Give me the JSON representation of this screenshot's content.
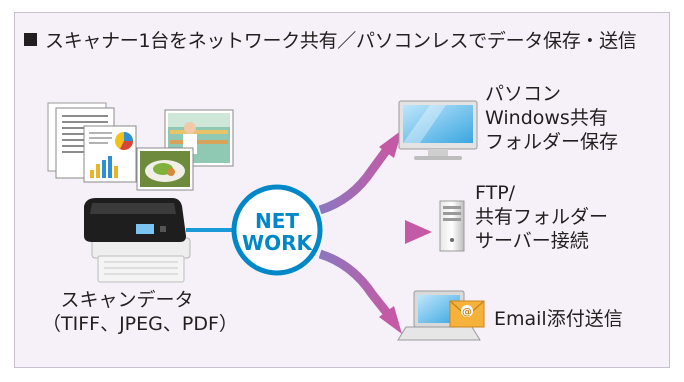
{
  "title": "スキャナー1台をネットワーク共有／パソコンレスでデータ保存・送信",
  "hub": {
    "line1": "NET",
    "line2": "WORK"
  },
  "source": {
    "line1": "スキャンデータ",
    "line2": "（TIFF、JPEG、PDF）"
  },
  "destinations": [
    {
      "icon": "monitor-icon",
      "lines": [
        "パソコン",
        "Windows共有",
        "フォルダー保存"
      ]
    },
    {
      "icon": "server-icon",
      "lines": [
        "FTP/",
        "共有フォルダー",
        "サーバー接続"
      ]
    },
    {
      "icon": "laptop-email-icon",
      "lines": [
        "Email添付送信"
      ]
    }
  ],
  "colors": {
    "panel": "#f6f1f8",
    "hub_ring": "#0087c8",
    "arrow": "#b05aa8"
  }
}
